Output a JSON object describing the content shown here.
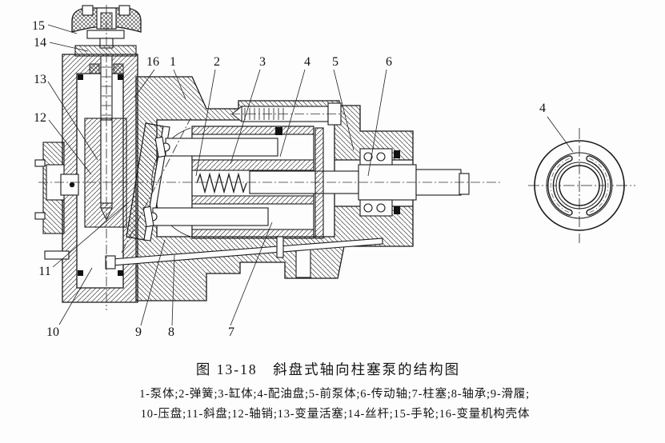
{
  "figure": {
    "title": "图 13-18　斜盘式轴向柱塞泵的结构图",
    "legend_line1": "1-泵体;2-弹簧;3-缸体;4-配油盘;5-前泵体;6-传动轴;7-柱塞;8-轴承;9-滑履;",
    "legend_line2": "10-压盘;11-斜盘;12-轴销;13-变量活塞;14-丝杆;15-手轮;16-变量机构壳体"
  },
  "parts": [
    {
      "num": "1",
      "name": "泵体"
    },
    {
      "num": "2",
      "name": "弹簧"
    },
    {
      "num": "3",
      "name": "缸体"
    },
    {
      "num": "4",
      "name": "配油盘"
    },
    {
      "num": "5",
      "name": "前泵体"
    },
    {
      "num": "6",
      "name": "传动轴"
    },
    {
      "num": "7",
      "name": "柱塞"
    },
    {
      "num": "8",
      "name": "轴承"
    },
    {
      "num": "9",
      "name": "滑履"
    },
    {
      "num": "10",
      "name": "压盘"
    },
    {
      "num": "11",
      "name": "斜盘"
    },
    {
      "num": "12",
      "name": "轴销"
    },
    {
      "num": "13",
      "name": "变量活塞"
    },
    {
      "num": "14",
      "name": "丝杆"
    },
    {
      "num": "15",
      "name": "手轮"
    },
    {
      "num": "16",
      "name": "变量机构壳体"
    }
  ],
  "callouts": {
    "c1": "1",
    "c2": "2",
    "c3": "3",
    "c4": "4",
    "c5": "5",
    "c6": "6",
    "c7": "7",
    "c8": "8",
    "c9": "9",
    "c10": "10",
    "c11": "11",
    "c12": "12",
    "c13": "13",
    "c14": "14",
    "c15": "15",
    "c16": "16",
    "d4": "4"
  },
  "colors": {
    "line": "#1a1a1a",
    "background": "#fdfdfd"
  }
}
